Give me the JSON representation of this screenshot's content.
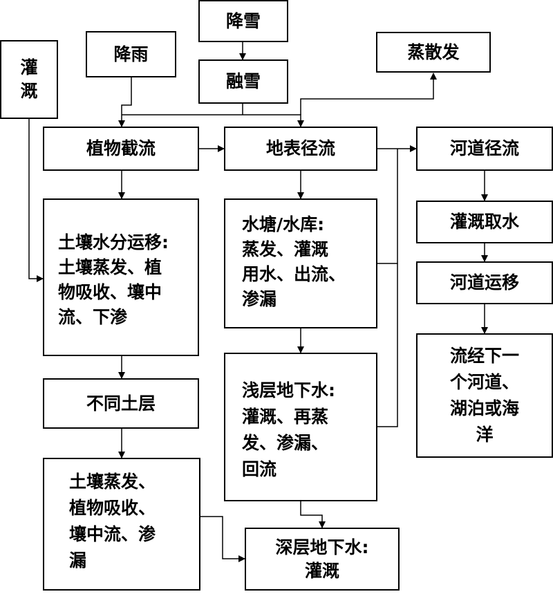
{
  "nodes": {
    "jiangxue": "降雪",
    "jiangyu": "降雨",
    "guangai": "灌\n溉",
    "rongxue": "融雪",
    "zhengsanfa": "蒸散发",
    "zhiwu": "植物截流",
    "dibiao": "地表径流",
    "hedao": "河道径流",
    "turang": "土壤水分运移:\n土壤蒸发、植\n物吸收、壤中\n流、下渗",
    "shuitang": "水塘/水库:\n蒸发、灌溉\n用水、出流、\n渗漏",
    "guangaiqushui": "灌溉取水",
    "hedaoyunyi": "河道运移",
    "liujing": "流经下一\n个河道、\n湖泊或海\n洋",
    "butong": "不同土层",
    "qiancen": "浅层地下水:\n灌溉、再蒸\n发、渗漏、\n回流",
    "turangzf": "土壤蒸发、\n植物吸收、\n壤中流、渗\n漏",
    "shenceng": "深层地下水:\n灌溉"
  }
}
